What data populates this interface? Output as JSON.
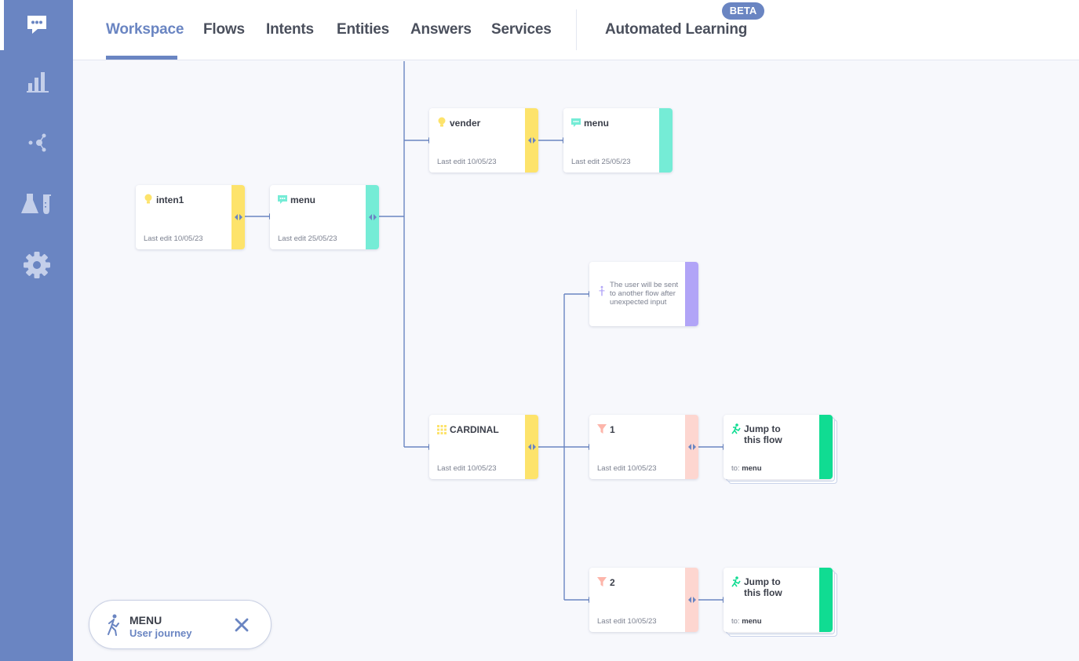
{
  "sidebar": {
    "items": [
      {
        "icon": "chat-bubble-icon",
        "active": true
      },
      {
        "icon": "bar-chart-icon",
        "active": false
      },
      {
        "icon": "share-nodes-icon",
        "active": false
      },
      {
        "icon": "lab-flask-icon",
        "active": false
      },
      {
        "icon": "gear-icon",
        "active": false
      }
    ]
  },
  "nav": {
    "tabs": [
      {
        "label": "Workspace",
        "active": true
      },
      {
        "label": "Flows"
      },
      {
        "label": "Intents"
      },
      {
        "label": "Entities"
      },
      {
        "label": "Answers"
      },
      {
        "label": "Services"
      },
      {
        "label": "Automated Learning"
      }
    ],
    "beta_label": "BETA"
  },
  "colors": {
    "accent": "#6a85c2",
    "intent": "#fde36b",
    "answer": "#75ecd6",
    "fallback": "#b1a4f7",
    "filter": "#fdd6d0",
    "jump": "#10dc92"
  },
  "nodes": {
    "inten1": {
      "title": "inten1",
      "meta": "Last edit 10/05/23",
      "icon": "lightbulb-icon"
    },
    "menu1": {
      "title": "menu",
      "meta": "Last edit 25/05/23",
      "icon": "chat-icon"
    },
    "vender": {
      "title": "vender",
      "meta": "Last edit 10/05/23",
      "icon": "lightbulb-icon"
    },
    "menu2": {
      "title": "menu",
      "meta": "Last edit 25/05/23",
      "icon": "chat-icon"
    },
    "fallback": {
      "text": "The user will be sent to another flow after unexpected input",
      "icon": "fallback-person-icon"
    },
    "cardinal": {
      "title": "CARDINAL",
      "meta": "Last edit 10/05/23",
      "icon": "entity-grid-icon"
    },
    "filter1": {
      "title": "1",
      "meta": "Last edit 10/05/23",
      "icon": "filter-icon"
    },
    "filter2": {
      "title": "2",
      "meta": "Last edit 10/05/23",
      "icon": "filter-icon"
    },
    "jump1": {
      "title_line1": "Jump to",
      "title_line2": "this flow",
      "to_label": "to:",
      "to_value": "menu",
      "icon": "jump-icon"
    },
    "jump2": {
      "title_line1": "Jump to",
      "title_line2": "this flow",
      "to_label": "to:",
      "to_value": "menu",
      "icon": "jump-icon"
    }
  },
  "journey": {
    "title": "MENU",
    "subtitle": "User journey",
    "icon": "walking-person-icon"
  }
}
